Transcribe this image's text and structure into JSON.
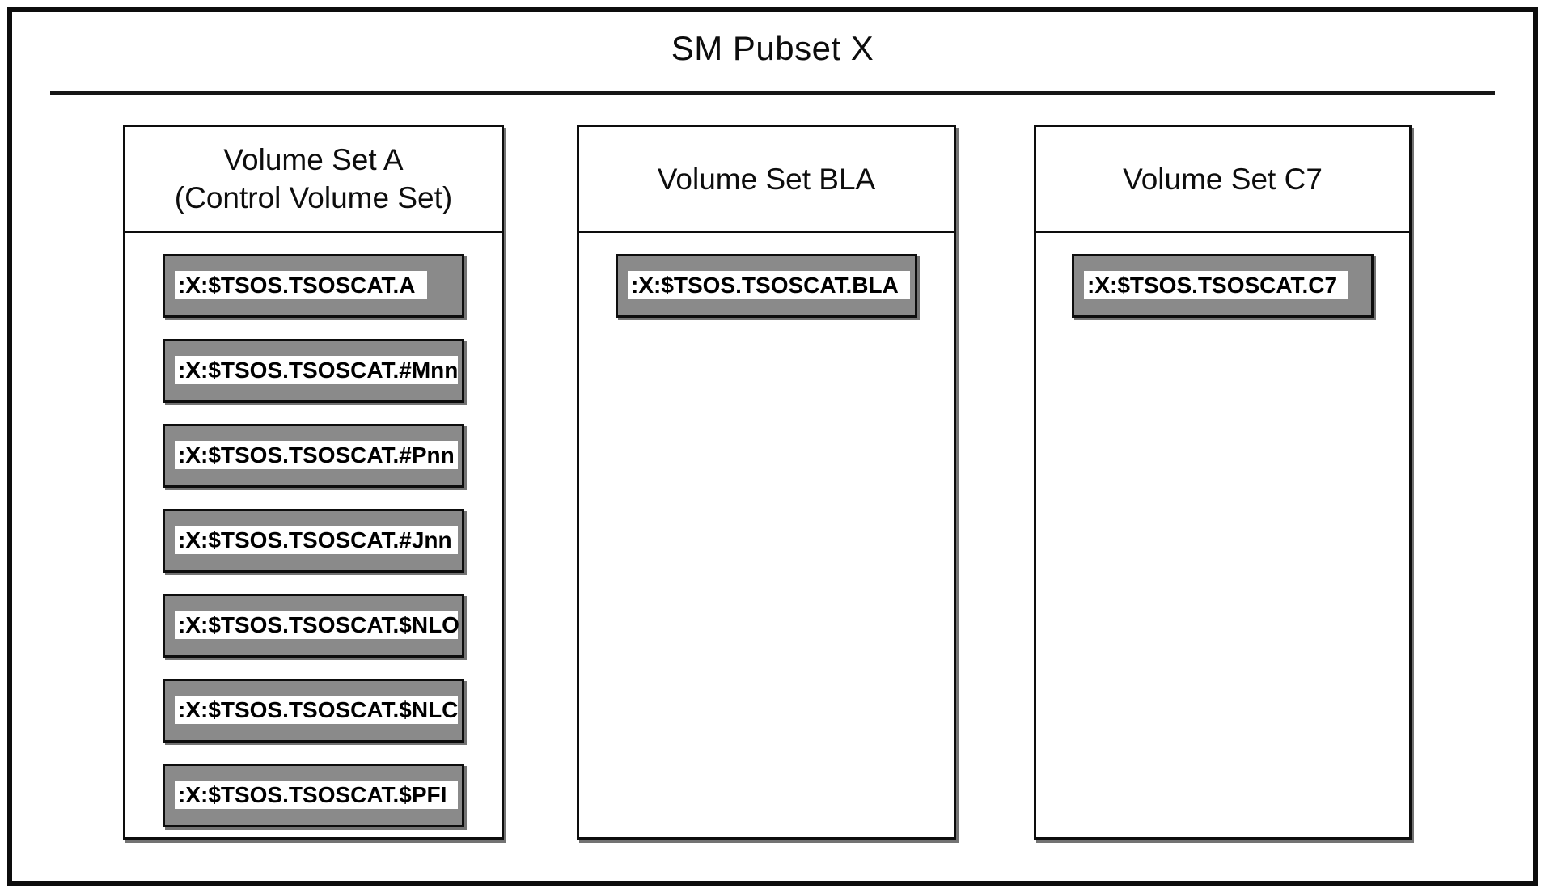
{
  "diagram": {
    "title": "SM Pubset X",
    "volume_sets": [
      {
        "name": "Volume Set A",
        "subtitle": "(Control Volume Set)",
        "catalogs": [
          ":X:$TSOS.TSOSCAT.A",
          ":X:$TSOS.TSOSCAT.#Mnn",
          ":X:$TSOS.TSOSCAT.#Pnn",
          ":X:$TSOS.TSOSCAT.#Jnn",
          ":X:$TSOS.TSOSCAT.$NLO",
          ":X:$TSOS.TSOSCAT.$NLC",
          ":X:$TSOS.TSOSCAT.$PFI"
        ]
      },
      {
        "name": "Volume Set BLA",
        "subtitle": "",
        "catalogs": [
          ":X:$TSOS.TSOSCAT.BLA"
        ]
      },
      {
        "name": "Volume Set C7",
        "subtitle": "",
        "catalogs": [
          ":X:$TSOS.TSOSCAT.C7"
        ]
      }
    ],
    "colors": {
      "border": "#0d0d0d",
      "catalog_box_fill": "#8a8a8a",
      "label_background": "#ffffff",
      "text": "#000000"
    }
  }
}
